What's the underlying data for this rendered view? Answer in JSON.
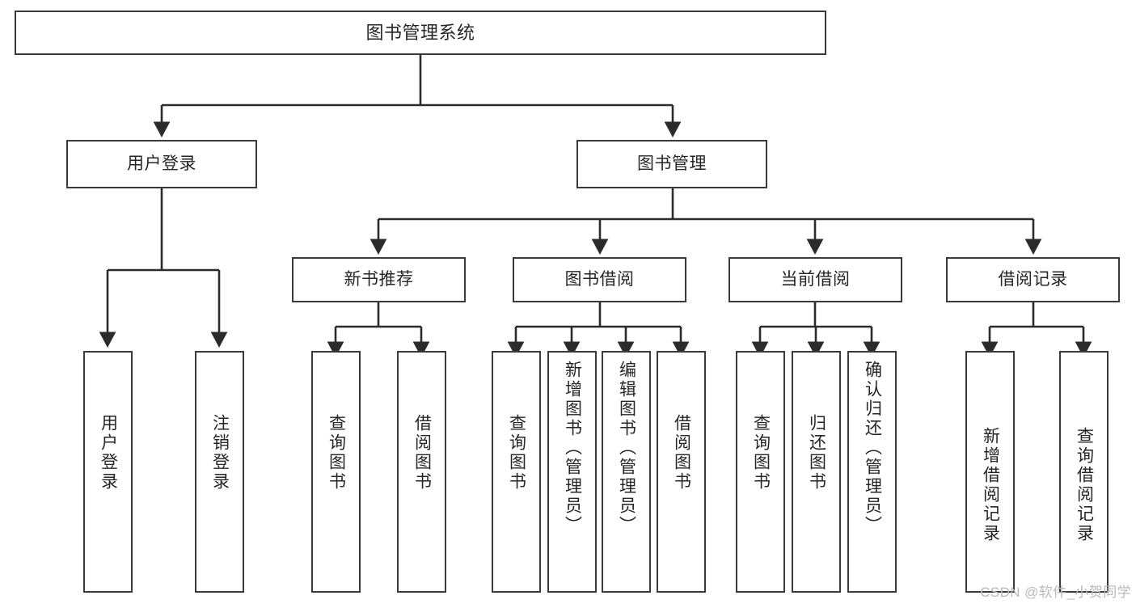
{
  "diagram": {
    "type": "tree",
    "title": "图书管理系统",
    "orientation": "top-down",
    "colors": {
      "box_border": "#3a3a3a",
      "box_fill": "#ffffff",
      "connector": "#2b2b2b",
      "text": "#262626",
      "watermark": "#b9b9b9"
    },
    "levels": {
      "root": {
        "label": "图书管理系统"
      },
      "level2": [
        {
          "id": "user-login",
          "label": "用户登录"
        },
        {
          "id": "book-manage",
          "label": "图书管理"
        }
      ],
      "level3": [
        {
          "id": "new-book-recommend",
          "label": "新书推荐",
          "parent": "book-manage"
        },
        {
          "id": "book-borrow",
          "label": "图书借阅",
          "parent": "book-manage"
        },
        {
          "id": "current-borrow",
          "label": "当前借阅",
          "parent": "book-manage"
        },
        {
          "id": "borrow-record",
          "label": "借阅记录",
          "parent": "book-manage"
        }
      ],
      "leaves": [
        {
          "id": "leaf-user-login",
          "label": "用户登录",
          "parent": "user-login"
        },
        {
          "id": "leaf-logout",
          "label": "注销登录",
          "parent": "user-login"
        },
        {
          "id": "leaf-query-book-1",
          "label": "查询图书",
          "parent": "new-book-recommend"
        },
        {
          "id": "leaf-borrow-book-1",
          "label": "借阅图书",
          "parent": "new-book-recommend"
        },
        {
          "id": "leaf-query-book-2",
          "label": "查询图书",
          "parent": "book-borrow"
        },
        {
          "id": "leaf-add-book",
          "label": "新增图书（管理员）",
          "parent": "book-borrow"
        },
        {
          "id": "leaf-edit-book",
          "label": "编辑图书（管理员）",
          "parent": "book-borrow"
        },
        {
          "id": "leaf-borrow-book-2",
          "label": "借阅图书",
          "parent": "book-borrow"
        },
        {
          "id": "leaf-query-book-3",
          "label": "查询图书",
          "parent": "current-borrow"
        },
        {
          "id": "leaf-return-book",
          "label": "归还图书",
          "parent": "current-borrow"
        },
        {
          "id": "leaf-confirm-return",
          "label": "确认归还（管理员）",
          "parent": "current-borrow"
        },
        {
          "id": "leaf-add-record",
          "label": "新增借阅记录",
          "parent": "borrow-record"
        },
        {
          "id": "leaf-query-record",
          "label": "查询借阅记录",
          "parent": "borrow-record"
        }
      ]
    }
  },
  "watermark": {
    "text": "CSDN @软件_小贺同学"
  }
}
